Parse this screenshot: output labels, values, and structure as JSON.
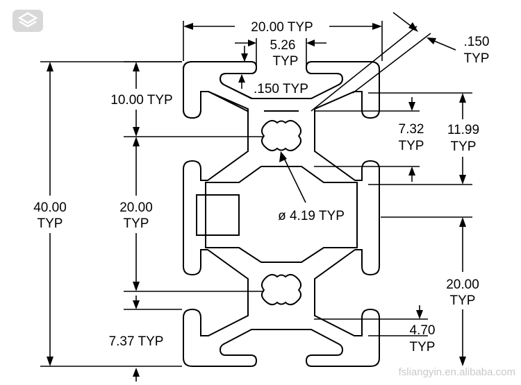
{
  "labels": {
    "top_width": "20.00 TYP",
    "slot_width_num": "5.26",
    "slot_width_unit": "TYP",
    "wall_top_num": ".150",
    "wall_top_unit": "TYP",
    "wall_inner": ".150 TYP",
    "slot_depth": "10.00 TYP",
    "height_total_num": "40.00",
    "height_total_unit": "TYP",
    "pitch_left_num": "20.00",
    "pitch_left_unit": "TYP",
    "offset_a_num": "7.32",
    "offset_a_unit": "TYP",
    "offset_b_num": "11.99",
    "offset_b_unit": "TYP",
    "bore": "ø 4.19 TYP",
    "pitch_right_num": "20.00",
    "pitch_right_unit": "TYP",
    "lip_left": "7.37 TYP",
    "lip_right_num": "4.70",
    "lip_right_unit": "TYP"
  },
  "watermark": "fsliangyin.en.alibaba.com",
  "logo": {
    "icon": "layers-logo-icon",
    "color": "#d8d8d8"
  }
}
